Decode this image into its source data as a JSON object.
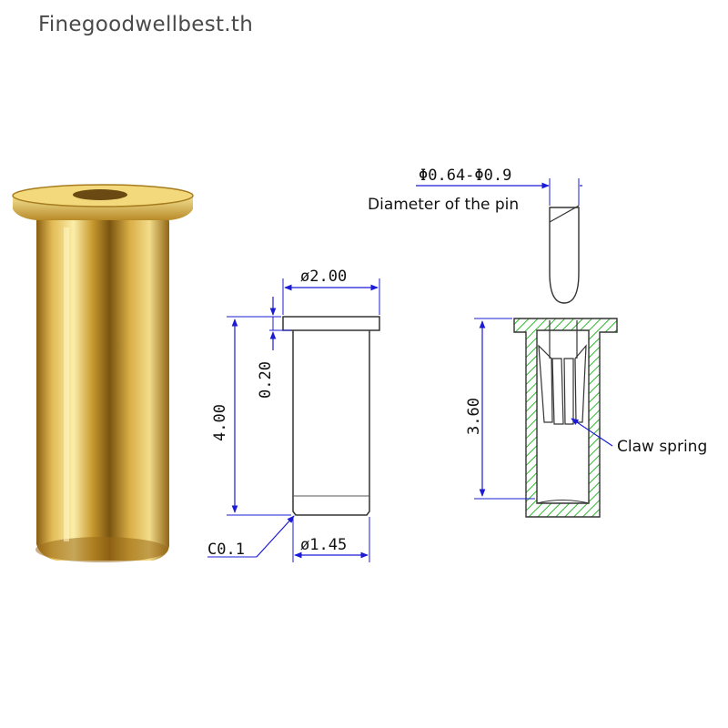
{
  "watermark": "Finegoodwellbest.th",
  "colors": {
    "dimension_line": "#1b1bd6",
    "outline": "#333333",
    "section_hatch": "#2fb82f",
    "brass_light": "#f6e69a",
    "brass_mid": "#d8ad45",
    "brass_dark": "#7a5410"
  },
  "left_drawing": {
    "top_diameter": "ø2.00",
    "flange_thickness": "0.20",
    "total_length": "4.00",
    "chamfer": "C0.1",
    "body_diameter": "ø1.45"
  },
  "right_drawing": {
    "pin_diameter_range": "Φ0.64-Φ0.9",
    "pin_label": "Diameter of the pin",
    "depth": "3.60",
    "claw_label": "Claw spring"
  }
}
